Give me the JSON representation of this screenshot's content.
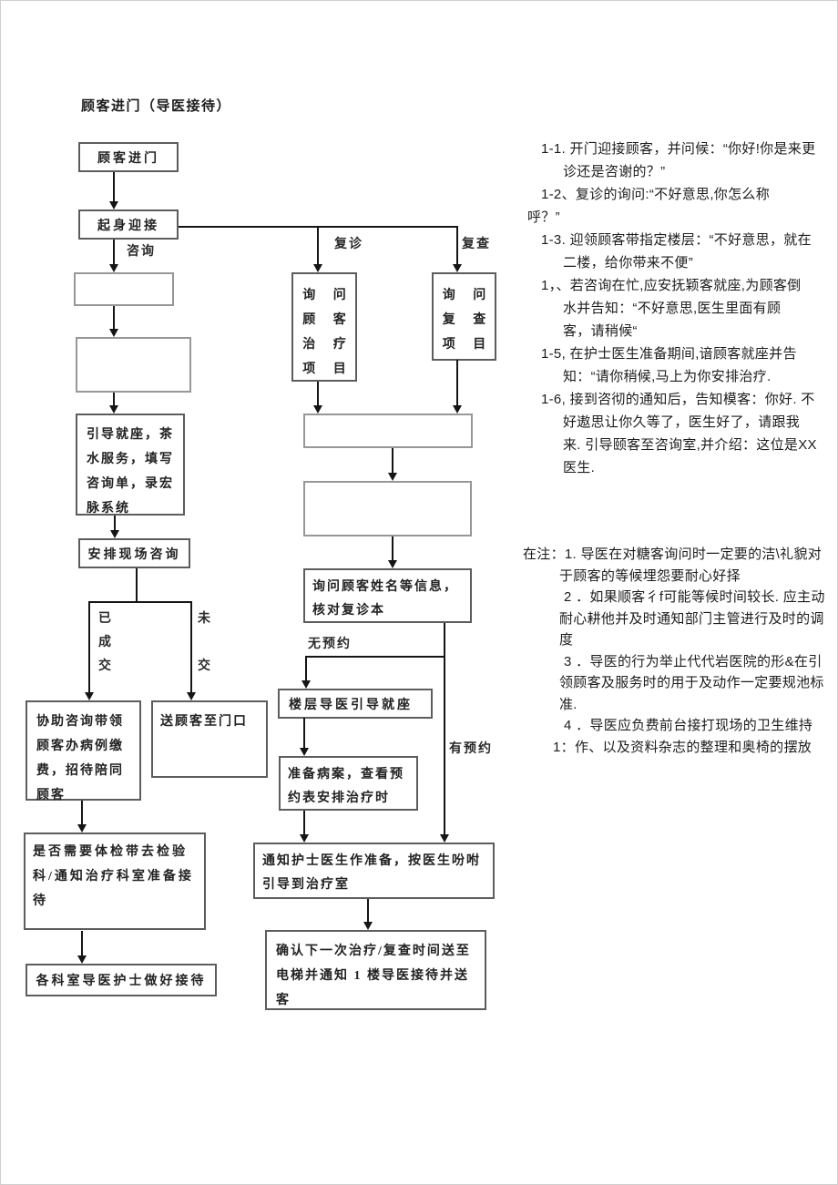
{
  "title": "顾客进门（导医接待）",
  "flow": {
    "enter": "顾客进门",
    "greet": "起身迎接",
    "guide_seat": "引导就座，茶水服务，填写咨询单，录宏脉系统",
    "arrange_consult": "安排现场咨询",
    "assist_pay": "协助咨询带领顾客办病例缴费，招待陪同顾客",
    "see_off": "送顾客至门口",
    "check_exam": "是否需要体检带去检验科/通知治疗科室准备接待",
    "dept_ready": "各科室导医护士做好接待",
    "ask_treatment_rows": [
      "询 问",
      "顾 客",
      "治 疗",
      "项 目"
    ],
    "ask_recheck_rows": [
      "询 问",
      "复 查",
      "项 目"
    ],
    "ask_name": "询问顾客姓名等信息，核对复诊本",
    "floor_guide": "楼层导医引导就座",
    "prepare_case": "准备病案，查看预约表安排治疗时",
    "notify_nurse": "通知护士医生作准备，按医生吩咐引导到治疗室",
    "confirm_next": "确认下一次治疗/复查时间送至电梯并通知 1 楼导医接待并送客",
    "labels": {
      "consult": "咨询",
      "revisit": "复诊",
      "recheck": "复查",
      "deal_done": "已\n成\n交",
      "deal_not": "未\n\n交",
      "no_appt": "无预约",
      "has_appt": "有预约"
    }
  },
  "annotations": [
    "1-1. 开门迎接顾客，并问候：“你好!你是来更",
    "诊还是咨谢的？”",
    "1-2、复诊的询问:“不好意思,你怎么称",
    "呼？”",
    "1-3. 迎领顾客带指定楼层：“不好意思，就在",
    "二楼，给你带来不便”",
    "1，、若咨询在忙,应安抚颖客就座,为顾客倒",
    "水并告知：“不好意思,医生里面有顾",
    "客，请稍候“",
    "1-5, 在护士医生准备期间,谙顾客就座并告",
    "知：“请你稍候,马上为你安排治疗.",
    "1-6, 接到咨彻的通知后，告知模客：你好. 不",
    "好遨思让你久等了，医生好了，请跟我",
    "来. 引导颐客至咨询室,并介绍：这位是XX",
    "医生."
  ],
  "notes": [
    "在注：1. 导医在对糖客询问时一定要的洁\\礼貌对",
    "于顾客的等候埋怨要耐心好择",
    "2 ．如果顺客彳f可能等候时间较长. 应主动",
    "耐心耕他并及时通知部门主管进行及时的调",
    "度",
    "3 ．导医的行为举止代代岩医院的形&在引",
    "领顾客及服务时的用于及动作一定要规池标",
    "准.",
    "4 ．导医应负费前台接打现场的卫生维持",
    "1：作、以及资料杂志的整理和奥椅的摆放"
  ]
}
